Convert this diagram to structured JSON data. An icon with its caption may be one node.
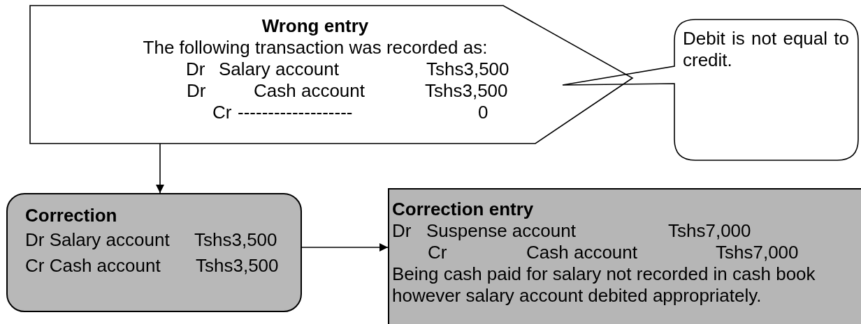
{
  "diagram": {
    "nodes": [
      {
        "text": [
          "Wrong entry",
          "The following transaction was recorded as:",
          "Dr",
          "Salary account",
          "Tshs3,500",
          "Dr",
          "Cash account",
          "Tshs3,500",
          "Cr",
          "-------------------",
          "0"
        ]
      },
      {
        "text": [
          "Debit is not equal to credit."
        ]
      },
      {
        "text": [
          "Correction",
          "Dr Salary account",
          "Tshs3,500",
          "Cr Cash account",
          "Tshs3,500"
        ]
      },
      {
        "text": [
          "Correction entry",
          "Dr",
          "Suspense account",
          "Tshs7,000",
          "Cr",
          "Cash account",
          "Tshs7,000",
          "Being cash paid for salary not recorded in cash book however salary account debited appropriately."
        ]
      }
    ],
    "edges": [
      {
        "from": 0,
        "to": 2,
        "arrow": "to"
      },
      {
        "from": 2,
        "to": 3,
        "arrow": "to"
      }
    ]
  }
}
